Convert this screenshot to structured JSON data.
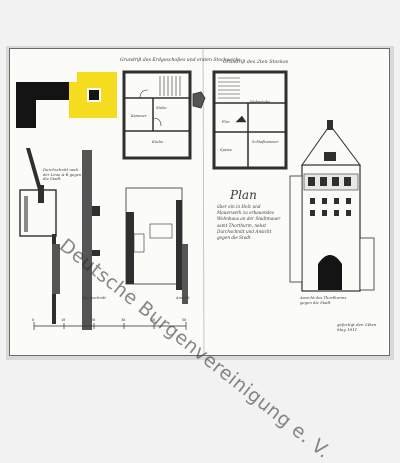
{
  "document": {
    "title_left": "Grundriß des Erdgeschoßes und ersten Stockwerks",
    "title_right": "Grundriß des 2ten Stockes",
    "legend_title": "Plan",
    "legend_body": "über ein in Holz und Mauerwerk zu erbauendes Wohnhaus an der Stadtmauer samt Thorthurm, nebst Durchschnitt und Ansicht gegen die Stadt",
    "section_note": "Durchschnitt nach der Linie A-B gegen die Stadt",
    "room_labels": {
      "stube": "Stube",
      "kammer": "Kammer",
      "kueche": "Küche",
      "flur": "Flur",
      "stube2": "Wohnstube",
      "kammer2": "Schlafkammer",
      "speise": "Speise"
    },
    "section_labels": {
      "left": "Durchschnitt",
      "right": "Ansicht"
    },
    "elevation_note": "Ansicht des Thorthurms gegen die Stadt",
    "signature": "gefertigt den 14ten May 1811",
    "scale_marks": [
      "0",
      "10",
      "20",
      "30",
      "40",
      "50"
    ]
  },
  "watermark": {
    "text": "Deutsche Burgenvereinigung e. V."
  },
  "logo": {
    "colors": {
      "black": "#141414",
      "yellow": "#f5dc1e"
    }
  },
  "colors": {
    "ink": "#2f2f2f",
    "paper": "#fbfbf8",
    "shade": "#8a8a8a"
  }
}
